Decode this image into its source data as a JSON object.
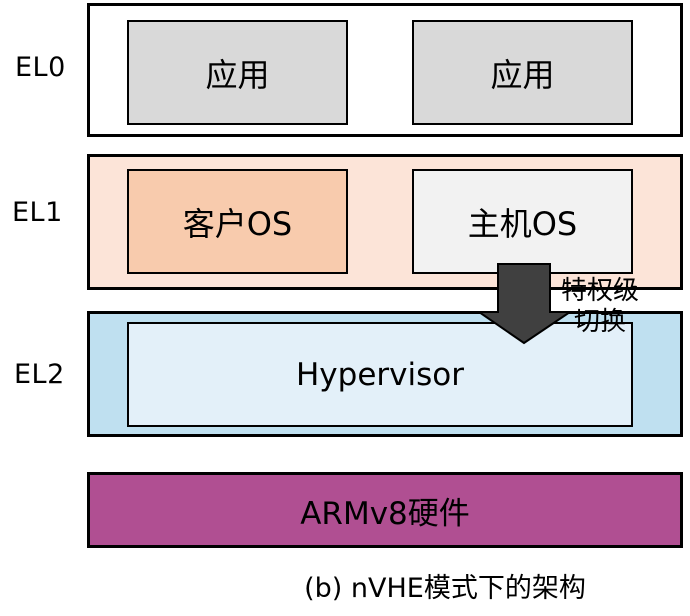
{
  "diagram": {
    "caption": "(b) nVHE模式下的架构",
    "el0": {
      "label": "EL0",
      "app1": "应用",
      "app2": "应用"
    },
    "el1": {
      "label": "EL1",
      "guest_os": "客户OS",
      "host_os": "主机OS"
    },
    "el2": {
      "label": "EL2",
      "hypervisor": "Hypervisor"
    },
    "hardware": {
      "label": "ARMv8硬件"
    },
    "arrow": {
      "label_line1": "特权级",
      "label_line2": "切换"
    }
  },
  "colors": {
    "el0_band": "#ffffff",
    "app_box": "#d9d9d9",
    "el1_band": "#fce4d8",
    "guest_os_box": "#f8cbad",
    "host_os_box": "#f2f2f2",
    "el2_band": "#bfe0f0",
    "hypervisor_box": "#e3f0f9",
    "hardware_box": "#b04f92",
    "arrow_fill": "#404040",
    "border": "#000000",
    "text": "#000000"
  }
}
